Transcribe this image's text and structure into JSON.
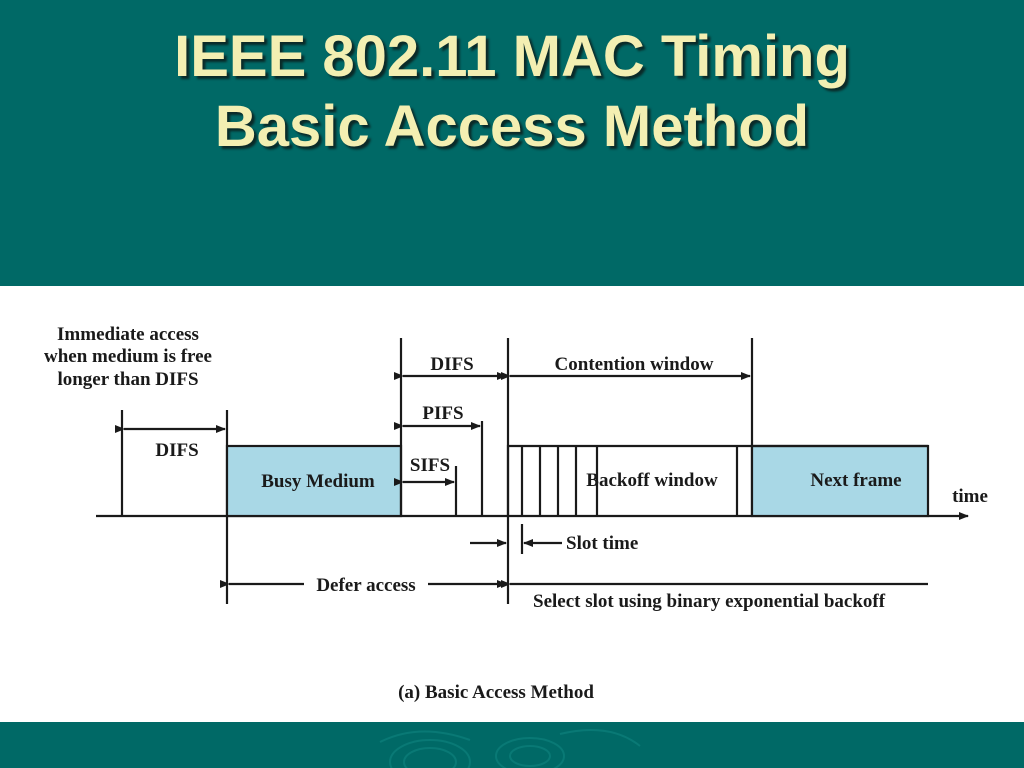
{
  "slide": {
    "title_line1": "IEEE 802.11 MAC Timing",
    "title_line2": "Basic Access Method"
  },
  "diagram": {
    "immediate_access": [
      "Immediate access",
      "when medium is free",
      "longer than DIFS"
    ],
    "difs_left": "DIFS",
    "busy_medium": "Busy Medium",
    "difs_top": "DIFS",
    "pifs": "PIFS",
    "sifs": "SIFS",
    "contention_window": "Contention window",
    "backoff_window": "Backoff window",
    "next_frame": "Next frame",
    "time": "time",
    "slot_time": "Slot time",
    "defer_access": "Defer access",
    "select_slot": "Select slot using binary exponential backoff",
    "caption": "(a) Basic Access Method"
  },
  "colors": {
    "background": "#006966",
    "title": "#f3efb2",
    "box_fill": "#a9d8e6"
  }
}
